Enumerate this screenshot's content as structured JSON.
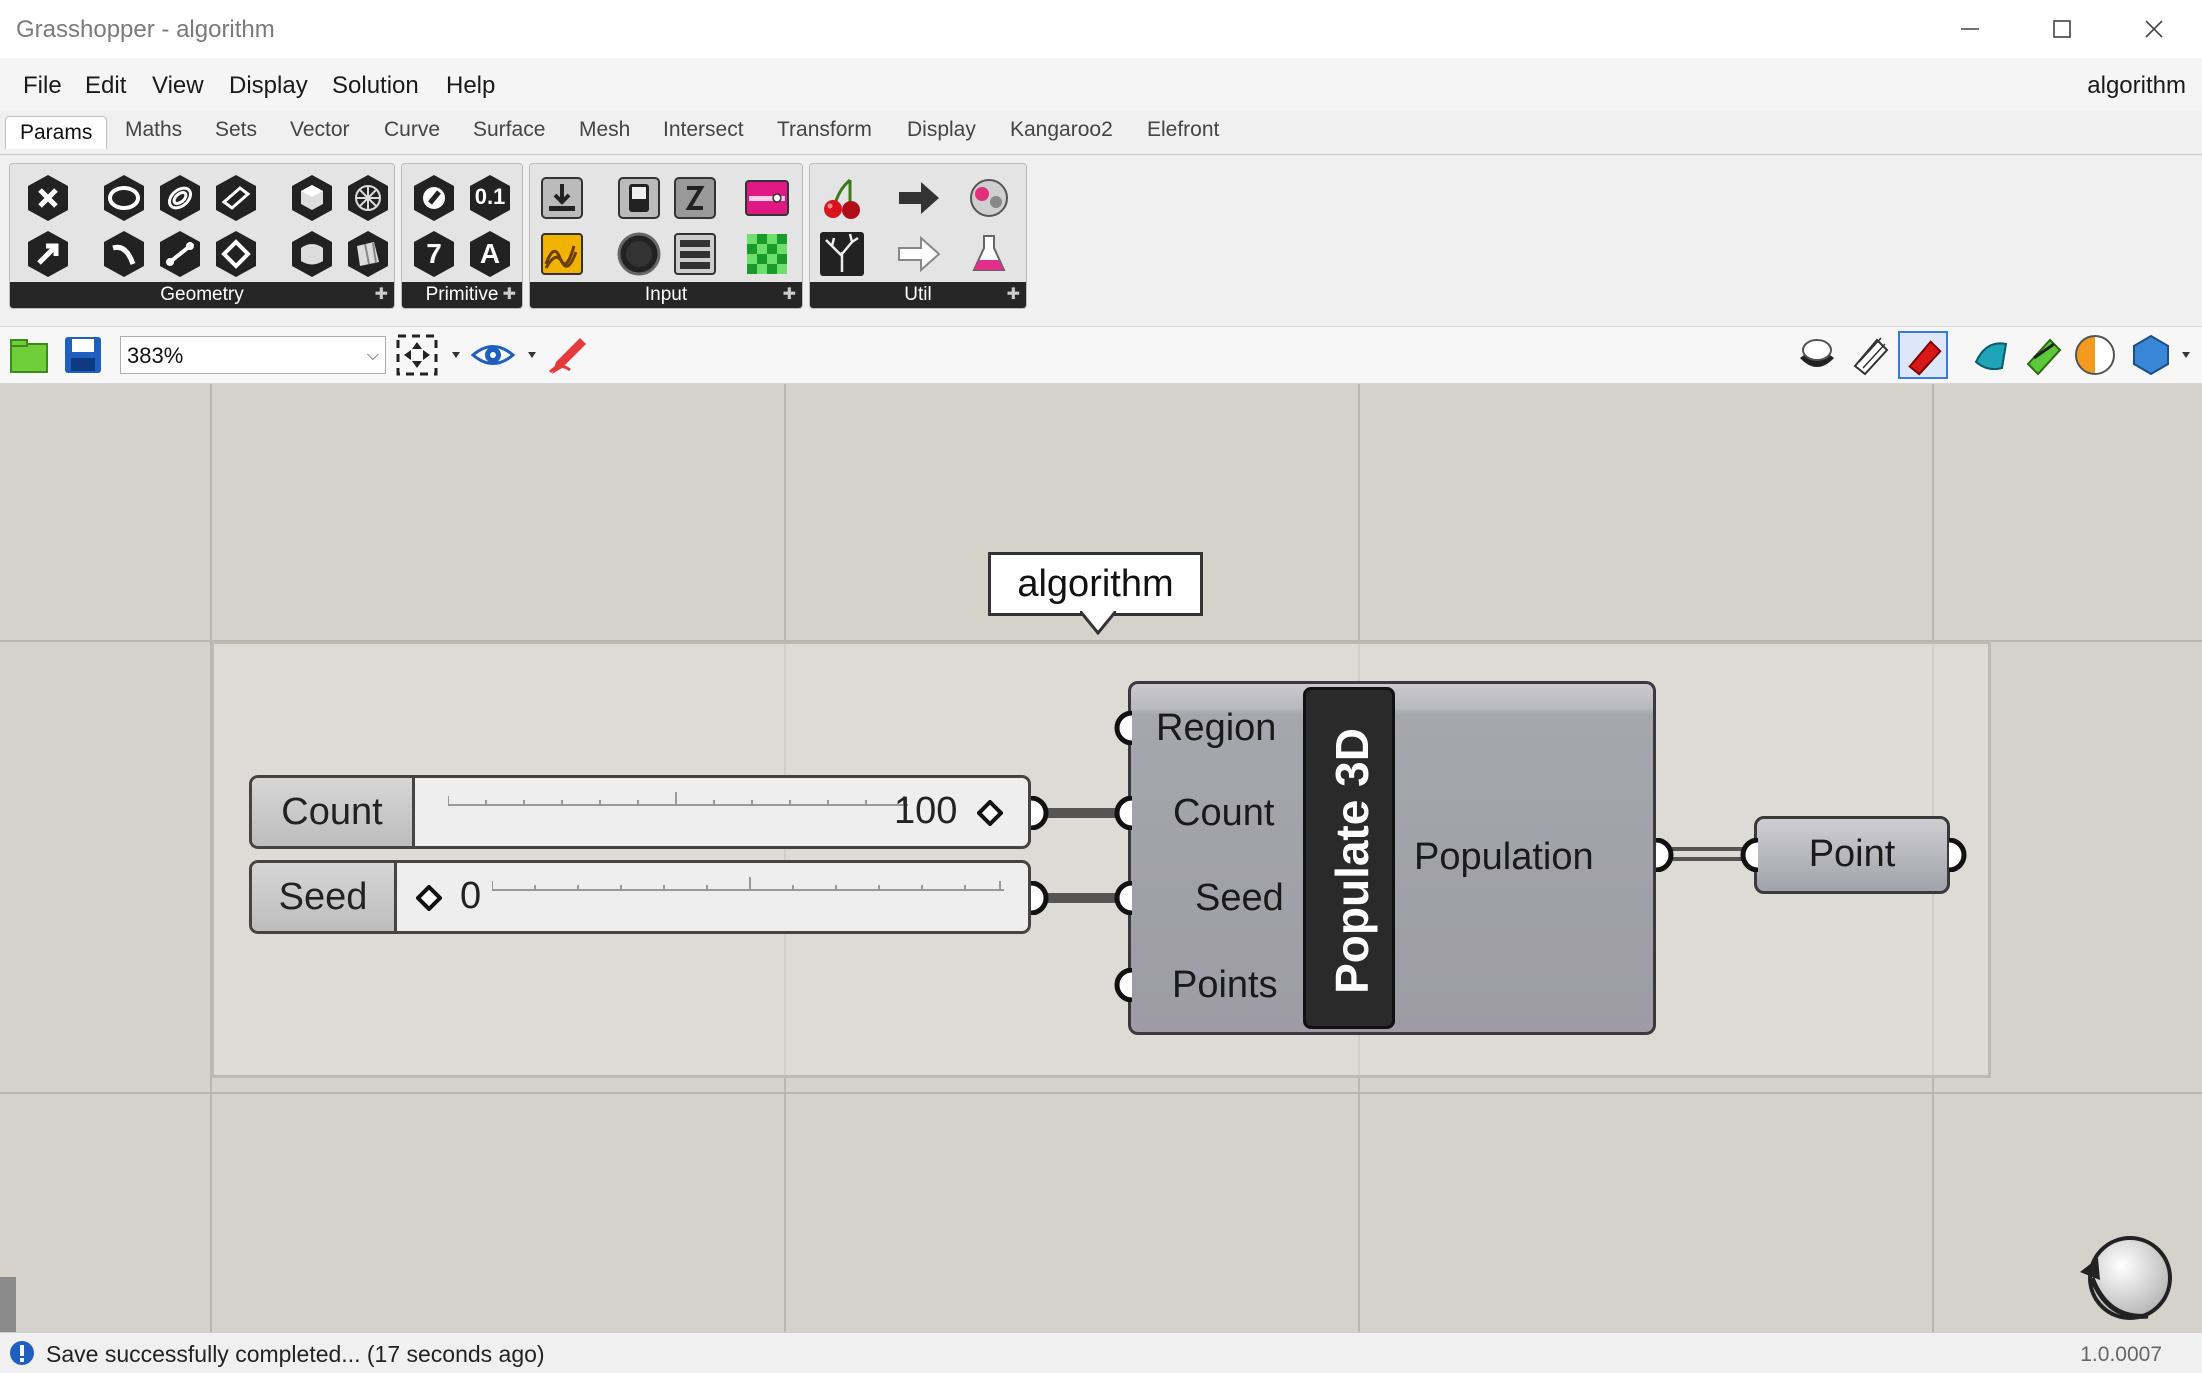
{
  "window": {
    "title": "Grasshopper - algorithm"
  },
  "menu": {
    "items": [
      "File",
      "Edit",
      "View",
      "Display",
      "Solution",
      "Help"
    ],
    "document_name": "algorithm"
  },
  "tabs": [
    "Params",
    "Maths",
    "Sets",
    "Vector",
    "Curve",
    "Surface",
    "Mesh",
    "Intersect",
    "Transform",
    "Display",
    "Kangaroo2",
    "Elefront"
  ],
  "active_tab": "Params",
  "ribbon": {
    "panels": [
      {
        "label": "Geometry"
      },
      {
        "label": "Primitive"
      },
      {
        "label": "Input"
      },
      {
        "label": "Util"
      }
    ],
    "primitive_icon_labels": [
      "0.1",
      "7",
      "A"
    ]
  },
  "canvas_toolbar": {
    "zoom": "383%"
  },
  "canvas": {
    "group_label": "algorithm",
    "sliders": [
      {
        "name": "Count",
        "value": "100"
      },
      {
        "name": "Seed",
        "value": "0"
      }
    ],
    "component": {
      "nickname": "Populate 3D",
      "inputs": [
        "Region",
        "Count",
        "Seed",
        "Points"
      ],
      "output": "Population"
    },
    "point_param": "Point"
  },
  "status": {
    "message": "Save successfully completed... (17 seconds ago)",
    "version": "1.0.0007"
  },
  "colors": {
    "canvas": "#d5d2cb",
    "grid": "#b9b6ae",
    "component": "#a6a6ad",
    "nickname_strip": "#2a2a2a"
  }
}
